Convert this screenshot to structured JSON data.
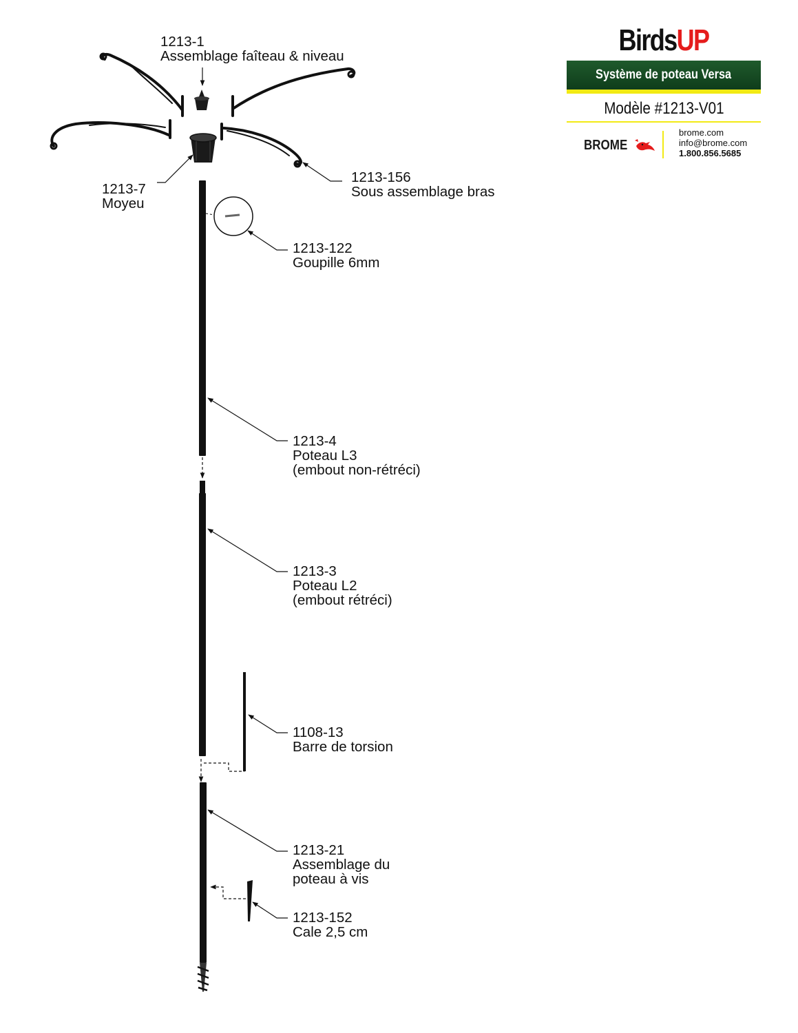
{
  "header": {
    "brand_part1": "Birds",
    "brand_part2": "UP",
    "product_name": "Système de poteau Versa",
    "model": "Modèle #1213-V01",
    "company": "BROME",
    "website": "brome.com",
    "email": "info@brome.com",
    "phone": "1.800.856.5685"
  },
  "colors": {
    "brand_red": "#e51c1c",
    "banner_green": "#1a4f26",
    "accent_yellow": "#f2ea14",
    "part_black": "#111111"
  },
  "parts": [
    {
      "code": "1213-1",
      "name": "Assemblage faîteau & niveau"
    },
    {
      "code": "1213-156",
      "name": "Sous assemblage bras"
    },
    {
      "code": "1213-7",
      "name": "Moyeu"
    },
    {
      "code": "1213-122",
      "name": "Goupille 6mm"
    },
    {
      "code": "1213-4",
      "name": "Poteau L3",
      "note": "(embout non-rétréci)"
    },
    {
      "code": "1213-3",
      "name": "Poteau L2",
      "note": "(embout rétréci)"
    },
    {
      "code": "1108-13",
      "name": "Barre de torsion"
    },
    {
      "code": "1213-21",
      "name": "Assemblage du",
      "note": "poteau à vis"
    },
    {
      "code": "1213-152",
      "name": "Cale 2,5 cm"
    }
  ]
}
